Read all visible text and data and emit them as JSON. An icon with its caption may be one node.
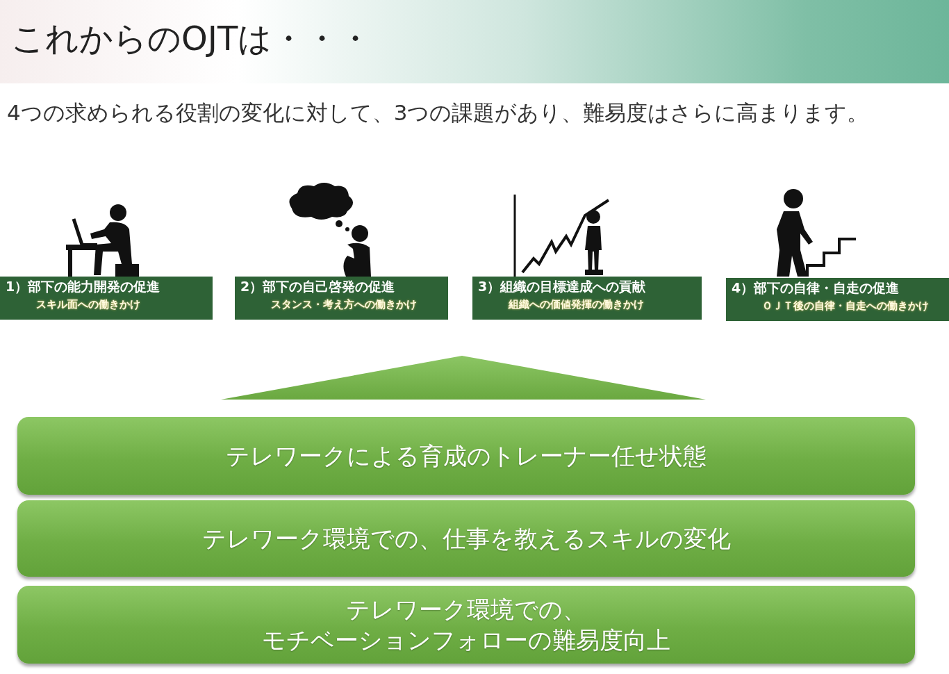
{
  "diagram": {
    "title": "これからのOJTは・・・",
    "nodes": [
      {
        "text": [
          "1）部下の能力開発の促進",
          "スキル面への働きかけ"
        ]
      },
      {
        "text": [
          "2）部下の自己啓発の促進",
          "スタンス・考え方への働きかけ"
        ]
      },
      {
        "text": [
          "3）組織の目標達成への貢献",
          "組織への価値発揮の働きかけ"
        ]
      },
      {
        "text": [
          "4）部下の自律・自走の促進",
          "ＯＪＴ後の自律・自走への働きかけ"
        ]
      },
      {
        "text": [],
        "shape": "triangle"
      },
      {
        "text": [
          "テレワークによる育成のトレーナー任せ状態"
        ]
      },
      {
        "text": [
          "テレワーク環境での、仕事を教えるスキルの変化"
        ]
      },
      {
        "text": [
          "テレワーク環境での、モチベーションフォローの難易度向上"
        ]
      }
    ],
    "labels": [
      "4つの求められる役割の変化に対して、3つの課題があり、難易度はさらに高まります。"
    ]
  }
}
